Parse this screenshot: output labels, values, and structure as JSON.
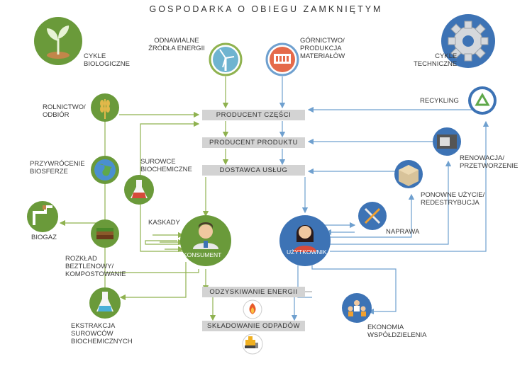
{
  "title": "GOSPODARKA O OBIEGU ZAMKNIĘTYM",
  "labels": {
    "cykle_biologiczne": [
      "CYKLE",
      "BIOLOGICZNE"
    ],
    "odnawialne": [
      "ODNAWIALNE",
      "ŹRÓDŁA ENERGII"
    ],
    "gornictwo": [
      "GÓRNICTWO/",
      "PRODUKCJA",
      "MATERIAŁÓW"
    ],
    "cykle_techniczne": [
      "CYKLE",
      "TECHNICZNE"
    ],
    "rolnictwo": [
      "ROLNICTWO/",
      "ODBIÓR"
    ],
    "recykling": "RECYKLING",
    "przywrocenie": [
      "PRZYWRÓCENIE",
      "BIOSFERZE"
    ],
    "surowce": [
      "SUROWCE",
      "BIOCHEMICZNE"
    ],
    "renowacja": [
      "RENOWACJA/",
      "PRZETWORZENIE"
    ],
    "ponowne": [
      "PONOWNE UŻYCIE/",
      "REDESTRYBUCJA"
    ],
    "biogaz": "BIOGAZ",
    "kaskady": "KASKADY",
    "naprawa": "NAPRAWA",
    "rozklad": [
      "ROZKŁAD",
      "BEZTLENOWY/",
      "KOMPOSTOWANIE"
    ],
    "ekstrakcja": [
      "EKSTRAKCJA",
      "SUROWCÓW",
      "BIOCHEMICZNYCH"
    ],
    "ekonomia": [
      "EKONOMIA",
      "WSPÓŁDZIELENIA"
    ],
    "konsument": "KONSUMENT",
    "uzytkownik": "UŻYTKOWNIK"
  },
  "boxes": {
    "producent_czesci": "PRODUCENT CZĘŚCI",
    "producent_produktu": "PRODUCENT PRODUKTU",
    "dostawca_uslug": "DOSTAWCA USŁUG",
    "odzyskiwanie": "ODZYSKIWANIE ENERGII",
    "skladowanie": "SKŁADOWANIE ODPADÓW"
  },
  "colors": {
    "green": "#6a9a3a",
    "blue": "#3d73b5",
    "line_green": "#8fb24f",
    "line_blue": "#6fa0cf",
    "box": "#d3d3d3"
  },
  "icons": {
    "cykle_biologiczne": "sprout-icon",
    "odnawialne": "wind-turbine-icon",
    "gornictwo": "factory-icon",
    "cykle_techniczne": "gear-icon",
    "rolnictwo": "wheat-icon",
    "recykling": "recycle-icon",
    "przywrocenie": "globe-icon",
    "surowce": "flask-icon",
    "renowacja": "machine-icon",
    "ponowne": "package-icon",
    "biogaz": "pipe-icon",
    "naprawa": "tools-icon",
    "rozklad": "soil-icon",
    "ekstrakcja": "flask-icon",
    "ekonomia": "people-icon",
    "konsument": "person-icon",
    "uzytkownik": "woman-icon",
    "odzyskiwanie": "fire-icon",
    "skladowanie": "bulldozer-icon"
  }
}
